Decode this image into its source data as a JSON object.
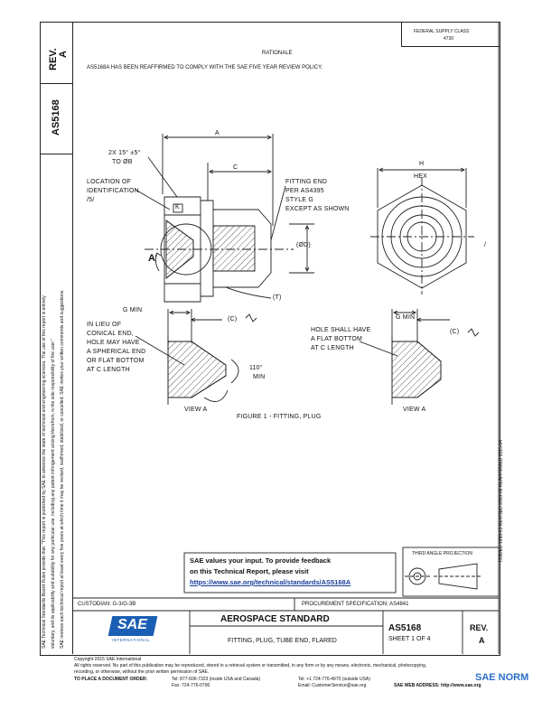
{
  "header": {
    "rev_label": "REV.",
    "rev_value": "A",
    "doc_number": "AS5168",
    "top_right_line1": "FEDERAL SUPPLY CLASS",
    "top_right_line2": "4730",
    "rationale_title": "RATIONALE",
    "rationale_text": "AS5168A HAS BEEN REAFFIRMED TO COMPLY WITH THE SAE FIVE YEAR REVIEW POLICY."
  },
  "left_margin": {
    "line1": "SAE Technical Standards Board Rules provide that: \"This report is published by SAE to advance the state of technical and engineering sciences. The use of this report is entirely",
    "line2": "voluntary, and its applicability and suitability for any particular use, including any patent infringement arising therefrom, is the sole responsibility of the user.\"",
    "line3": "SAE reviews each technical report at least every five years at which time it may be revised, reaffirmed, stabilized, or cancelled. SAE invites your written comments and suggestions."
  },
  "drawing": {
    "dim_a": "A",
    "dim_c": "C",
    "dim_h": "H",
    "hex": "HEX",
    "chamfer": "2X 15° ±5°",
    "chamfer2": "TO ØB",
    "loc_id_1": "LOCATION OF",
    "loc_id_2": "IDENTIFICATION",
    "loc_id_3": "/5/",
    "k_label": "K",
    "a_label": "A",
    "fitting_1": "FITTING END",
    "fitting_2": "PER AS4395",
    "fitting_3": "STYLE G",
    "fitting_4": "EXCEPT AS SHOWN",
    "d_label": "(ØD)",
    "t_label": "(T)",
    "g_min_left": "G MIN",
    "c_paren_left": "(C)",
    "in_lieu_1": "IN LIEU OF",
    "in_lieu_2": "CONICAL END,",
    "in_lieu_3": "HOLE MAY HAVE",
    "in_lieu_4": "A SPHERICAL END",
    "in_lieu_5": "OR FLAT BOTTOM",
    "in_lieu_6": "AT C LENGTH",
    "angle_1": "110°",
    "angle_2": "MIN",
    "view_a_left": "VIEW A",
    "hole_1": "HOLE SHALL HAVE",
    "hole_2": "A FLAT BOTTOM",
    "hole_3": "AT C LENGTH",
    "g_min_right": "G MIN",
    "c_paren_right": "(C)",
    "view_a_right": "VIEW A",
    "figure_caption": "FIGURE 1 - FITTING, PLUG"
  },
  "right_margin": {
    "text": "ISSUED 1996-03    REVISED 2003-08    REAFFIRMED 2015-04"
  },
  "feedback": {
    "line1": "SAE values your input. To provide feedback",
    "line2": "on this Technical Report, please visit",
    "link": "https://www.sae.org/technical/standards/AS5168A"
  },
  "projection": {
    "label": "THIRD ANGLE PROJECTION"
  },
  "title_block": {
    "custodian": "CUSTODIAN: G-3/G-3B",
    "procurement": "PROCUREMENT SPECIFICATION: AS4841",
    "logo_text": "SAE",
    "logo_sub": "INTERNATIONAL",
    "standard_title": "AEROSPACE STANDARD",
    "part_title": "FITTING, PLUG, TUBE END, FLARED",
    "doc_number": "AS5168",
    "sheet": "SHEET 1 OF 4",
    "rev_label": "REV.",
    "rev_value": "A"
  },
  "footer": {
    "copyright": "Copyright 2015 SAE International",
    "rights1": "All rights reserved. No part of this publication may be reproduced, stored in a retrieval system or transmitted, in any form or by any means, electronic, mechanical, photocopying,",
    "rights2": "recording, or otherwise, without the prior written permission of SAE.",
    "order_label": "TO PLACE A DOCUMENT ORDER:",
    "tel1": "Tel:    877-606-7323 (inside USA and Canada)",
    "fax": "Fax:   724-776-0790",
    "tel2": "Tel:    +1 724-776-4970 (outside USA)",
    "email": "Email:  CustomerService@sae.org",
    "web": "SAE WEB ADDRESS:    http://www.sae.org",
    "watermark": "SAE NORM"
  }
}
